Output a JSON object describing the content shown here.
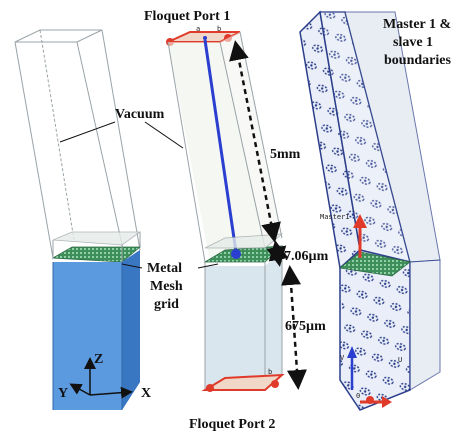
{
  "labels": {
    "floquet_port_1": "Floquet Port 1",
    "floquet_port_2": "Floquet Port 2",
    "vacuum": "Vacuum",
    "metal_mesh_line1": "Metal",
    "metal_mesh_line2": "Mesh",
    "metal_mesh_line3": "grid",
    "master_line1": "Master 1 &",
    "master_line2": "slave 1",
    "master_line3": "boundaries",
    "dim_top": "5mm",
    "dim_mid": "7.06µm",
    "dim_bottom": "675µm"
  },
  "axes": {
    "z": "Z",
    "y": "Y",
    "x": "X"
  },
  "small_labels": {
    "master_tag": "Master1",
    "port_a_top": "a",
    "port_b_top": "b",
    "port_b_bottom": "b",
    "slave_u": "U",
    "slave_v": "V",
    "slave_o": "0"
  },
  "colors": {
    "substrate_blue": "#4f8fd8",
    "port_red": "#e03a2a",
    "boundary_pattern": "#2b3e8a",
    "mesh_green": "#3e8e5a",
    "dim_arrow": "#111111",
    "line_blue": "#2a3fd0"
  }
}
